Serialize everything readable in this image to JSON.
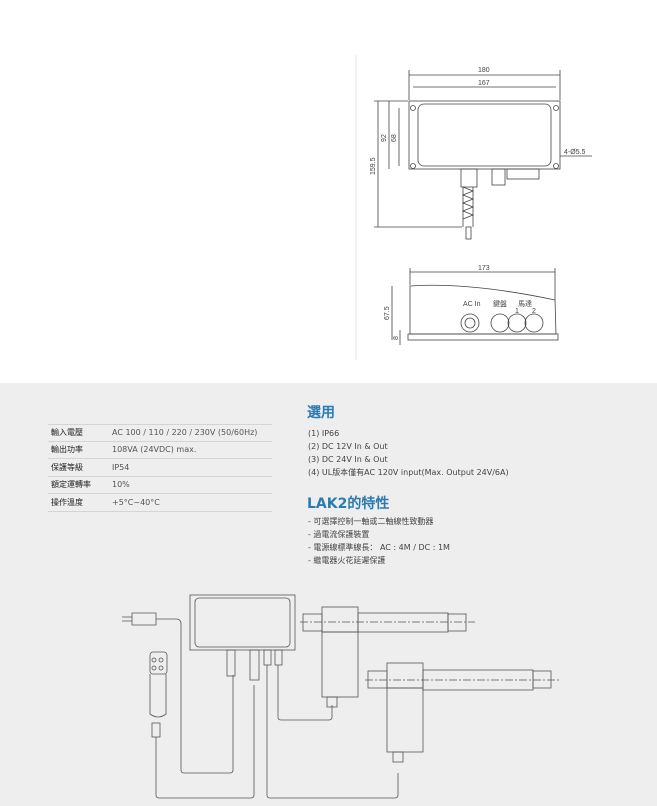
{
  "drawing": {
    "top_view": {
      "width": "180",
      "hole_span": "167",
      "height": "159.5",
      "body_height": "92",
      "hole_height": "68",
      "holes": "4-Ø5.5"
    },
    "side_view": {
      "length": "173",
      "height": "67.5",
      "base": "8",
      "ports": {
        "ac_in": "AC In",
        "keypad": "鍵盤",
        "motor": "馬達",
        "motor_1": "1",
        "motor_2": "2"
      }
    }
  },
  "specs": [
    {
      "label": "輸入電壓",
      "value": "AC 100 / 110 / 220 / 230V (50/60Hz)"
    },
    {
      "label": "輸出功率",
      "value": "108VA (24VDC) max."
    },
    {
      "label": "保護等級",
      "value": "IP54"
    },
    {
      "label": "額定運轉率",
      "value": "10%"
    },
    {
      "label": "操作溫度",
      "value": "+5°C~40°C"
    }
  ],
  "options": {
    "title": "選用",
    "items": [
      "(1) IP66",
      "(2) DC 12V In & Out",
      "(3) DC 24V In & Out",
      "(4) UL版本僅有AC 120V input(Max. Output 24V/6A)"
    ]
  },
  "features": {
    "title": "LAK2的特性",
    "items": [
      "- 可選擇控制一軸或二軸線性致動器",
      "- 過電流保護裝置",
      "- 電源線標準線長： AC : 4M / DC : 1M",
      "- 繼電器火花延遲保護"
    ]
  }
}
